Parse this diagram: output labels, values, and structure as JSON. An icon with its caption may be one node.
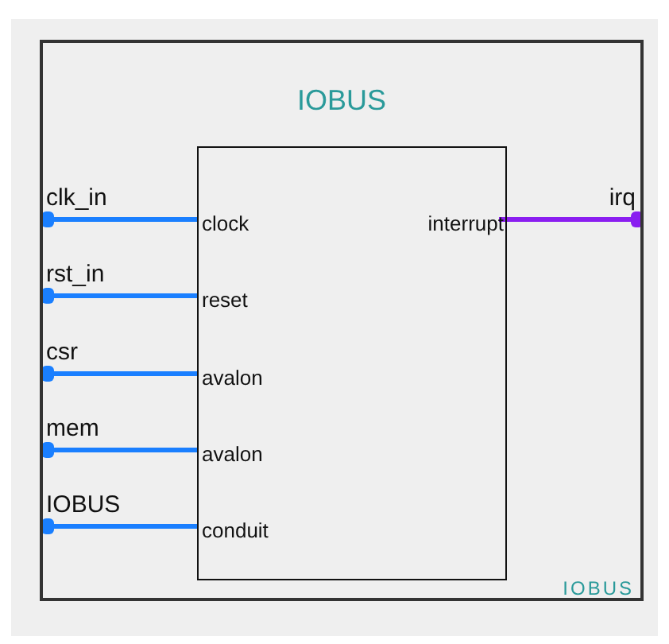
{
  "diagram": {
    "nodes": [
      {
        "text": [
          "IOBUS",
          "IOBUS"
        ]
      },
      {
        "text": [],
        "shape": "box",
        "in": 0
      },
      {
        "text": [
          "clock"
        ],
        "in": 1
      },
      {
        "text": [
          "reset"
        ],
        "in": 1
      },
      {
        "text": [
          "avalon"
        ],
        "in": 1
      },
      {
        "text": [
          "avalon"
        ],
        "in": 1
      },
      {
        "text": [
          "conduit"
        ],
        "in": 1
      },
      {
        "text": [
          "interrupt"
        ],
        "in": 1
      },
      {
        "text": [
          "clk_in"
        ],
        "in": 0
      },
      {
        "text": [
          "rst_in"
        ],
        "in": 0
      },
      {
        "text": [
          "csr"
        ],
        "in": 0
      },
      {
        "text": [
          "mem"
        ],
        "in": 0
      },
      {
        "text": [
          "IOBUS"
        ],
        "in": 0
      },
      {
        "text": [
          "irq"
        ],
        "in": 0
      }
    ],
    "edges": [
      {
        "from": 8,
        "to": 2,
        "arrow": "other"
      },
      {
        "from": 9,
        "to": 3,
        "arrow": "other"
      },
      {
        "from": 10,
        "to": 4,
        "arrow": "other"
      },
      {
        "from": 11,
        "to": 5,
        "arrow": "other"
      },
      {
        "from": 12,
        "to": 6,
        "arrow": "other"
      },
      {
        "from": 13,
        "to": 7,
        "arrow": "other",
        "color": "#8a1ef0"
      }
    ]
  }
}
